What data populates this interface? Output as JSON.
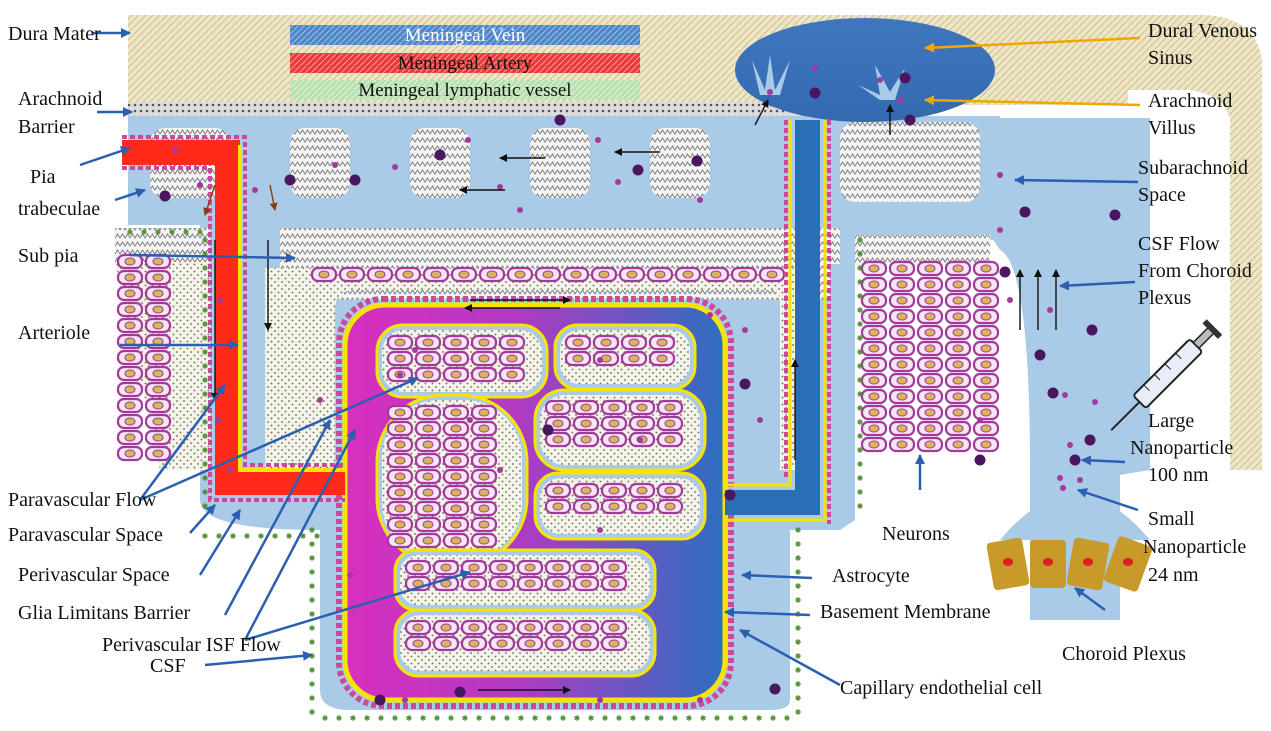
{
  "labels": {
    "dura_mater": "Dura Mater",
    "meningeal_vein": "Meningeal Vein",
    "meningeal_artery": "Meningeal Artery",
    "meningeal_lymphatic": "Meningeal lymphatic vessel",
    "dural_venous_sinus_1": "Dural Venous",
    "dural_venous_sinus_2": "Sinus",
    "arachnoid_barrier_1": "Arachnoid",
    "arachnoid_barrier_2": "Barrier",
    "arachnoid_villus_1": "Arachnoid",
    "arachnoid_villus_2": "Villus",
    "pia_trabeculae_1": "Pia",
    "pia_trabeculae_2": "trabeculae",
    "subarachnoid_space_1": "Subarachnoid",
    "subarachnoid_space_2": "Space",
    "sub_pia": "Sub pia",
    "csf_flow_1": "CSF Flow",
    "csf_flow_2": "From Choroid",
    "csf_flow_3": "Plexus",
    "arteriole": "Arteriole",
    "large_np_1": "Large",
    "large_np_2": "Nanoparticle",
    "large_np_3": "100 nm",
    "paravascular_flow": "Paravascular Flow",
    "paravascular_space": "Paravascular Space",
    "perivascular_space": "Perivascular Space",
    "glia_limitans": "Glia Limitans Barrier",
    "perivascular_isf": "Perivascular ISF Flow",
    "csf": "CSF",
    "neurons": "Neurons",
    "small_np_1": "Small",
    "small_np_2": "Nanoparticle",
    "small_np_3": "24 nm",
    "astrocyte": "Astrocyte",
    "basement_membrane": "Basement Membrane",
    "capillary_endothelial": "Capillary endothelial cell",
    "choroid_plexus": "Choroid Plexus"
  },
  "colors": {
    "dura": "#efe6c4",
    "dura_hatch": "#b8ad8a",
    "csf_blue": "#a9cbe8",
    "sinus_blue": "#3f77bf",
    "arteriole_red": "#ff2a1a",
    "vein_blue": "#2a6fb5",
    "basement_yellow": "#f5e400",
    "capillary_magenta": "#d92fbf",
    "neuron_purple": "#a23a9c",
    "particle_purple": "#4b1660",
    "arrow_blue": "#2b5fb0",
    "choroid_gold": "#c79a2a"
  }
}
